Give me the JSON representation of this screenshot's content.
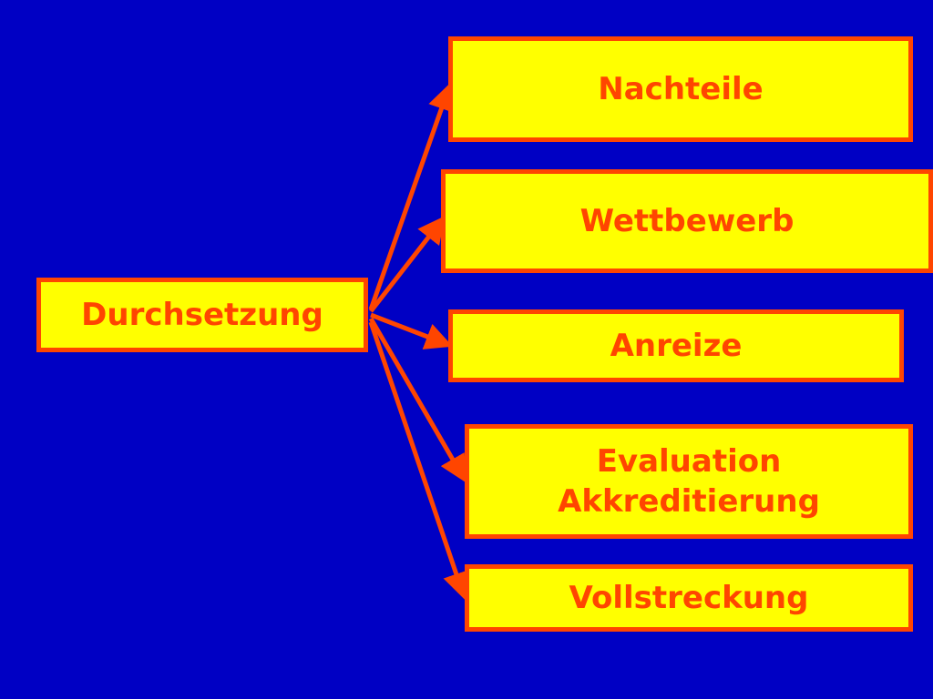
{
  "diagram": {
    "source": {
      "label": "Durchsetzung"
    },
    "targets": [
      {
        "lines": [
          "Nachteile"
        ]
      },
      {
        "lines": [
          "Wettbewerb"
        ]
      },
      {
        "lines": [
          "Anreize"
        ]
      },
      {
        "lines": [
          "Evaluation",
          "Akkreditierung"
        ]
      },
      {
        "lines": [
          "Vollstreckung"
        ]
      }
    ]
  },
  "colors": {
    "background": "#0000c4",
    "box_fill": "#ffff00",
    "accent": "#ff4500"
  }
}
